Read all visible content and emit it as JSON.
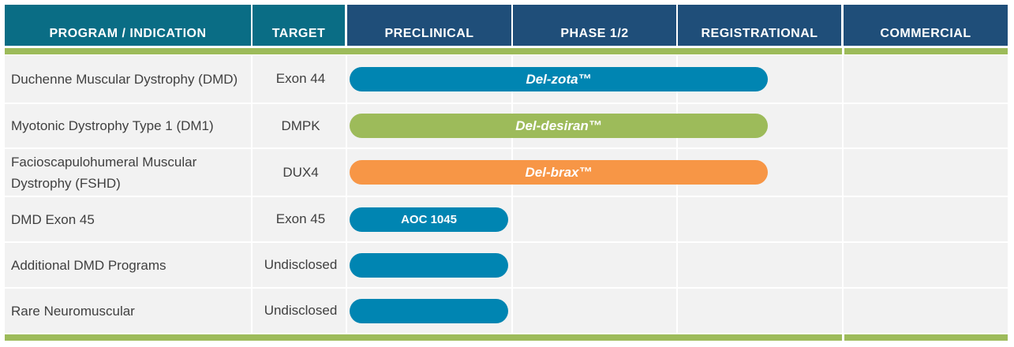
{
  "headers": {
    "program": "PROGRAM / INDICATION",
    "target": "TARGET",
    "preclinical": "PRECLINICAL",
    "phase12": "PHASE 1/2",
    "registrational": "REGISTRATIONAL",
    "commercial": "COMMERCIAL"
  },
  "colors": {
    "header_teal": "#0a6d85",
    "header_navy": "#1f4e79",
    "accent_green": "#9dbb5a",
    "bar_blue": "#0085b2",
    "bar_green": "#9dbb5a",
    "bar_orange": "#f79646",
    "row_bg": "#f2f2f2"
  },
  "chart_data": {
    "type": "table",
    "stages": [
      "PRECLINICAL",
      "PHASE 1/2",
      "REGISTRATIONAL",
      "COMMERCIAL"
    ],
    "rows": [
      {
        "program": "Duchenne Muscular Dystrophy (DMD)",
        "target": "Exon 44",
        "label": "Del-zota™",
        "progress_stages": 2.5,
        "color": "#0085b2"
      },
      {
        "program": "Myotonic Dystrophy Type 1 (DM1)",
        "target": "DMPK",
        "label": "Del-desiran™",
        "progress_stages": 2.5,
        "color": "#9dbb5a"
      },
      {
        "program": "Facioscapulohumeral Muscular Dystrophy (FSHD)",
        "target": "DUX4",
        "label": "Del-brax™",
        "progress_stages": 2.5,
        "color": "#f79646"
      },
      {
        "program": "DMD Exon 45",
        "target": "Exon 45",
        "label": "AOC 1045",
        "progress_stages": 0.95,
        "color": "#0085b2"
      },
      {
        "program": "Additional DMD Programs",
        "target": "Undisclosed",
        "label": "",
        "progress_stages": 0.95,
        "color": "#0085b2"
      },
      {
        "program": "Rare Neuromuscular",
        "target": "Undisclosed",
        "label": "",
        "progress_stages": 0.95,
        "color": "#0085b2"
      }
    ]
  }
}
